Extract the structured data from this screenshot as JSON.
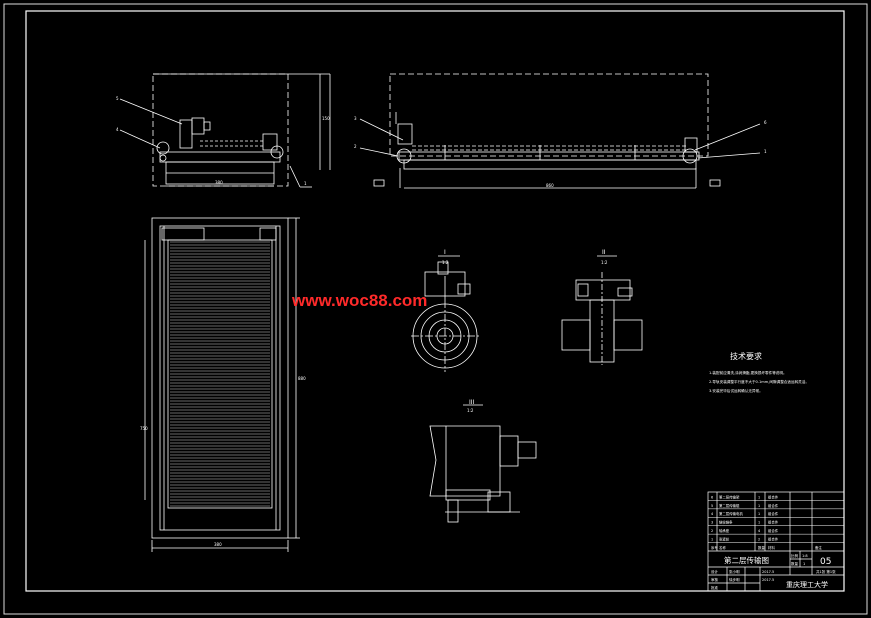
{
  "watermark": "www.woc88.com",
  "notes": {
    "title": "技术要求",
    "lines": [
      "1.装配前应清洗,涂润滑脂,更换损坏零件等说明。",
      "2.导轨安装调整平行度不大于0.1mm,间隙调整合适运转灵活。",
      "3.安装完毕后试运转确认无异常。"
    ]
  },
  "section_labels": {
    "a": "I",
    "b": "II",
    "c": "III"
  },
  "section_ratio": "1:2",
  "dims": {
    "top_left_width": "380",
    "top_left_height": "150",
    "top_right_width": "860",
    "left_width": "380",
    "left_height": "880",
    "left_side": "750"
  },
  "title_block": {
    "drawing_name": "第二层传输图",
    "sheet_no": "05",
    "school": "重庆理工大学",
    "scale_label": "比例",
    "scale_value": "1:8",
    "qty_label": "数量",
    "qty_value": "1",
    "designer_role": "设计",
    "designer_name": "张小明",
    "checker_role": "审核",
    "checker_name": "徐步明",
    "approver_role": "批准",
    "date1": "2017.5",
    "date2": "2017.5",
    "sheet_info": "共1张 第1张",
    "parts": [
      {
        "no": "6",
        "name": "第二层传输架",
        "qty": "1",
        "mat": "组合件"
      },
      {
        "no": "5",
        "name": "第二层传输辊",
        "qty": "1",
        "mat": "组合件"
      },
      {
        "no": "4",
        "name": "第二层传输电机",
        "qty": "1",
        "mat": "组合件"
      },
      {
        "no": "3",
        "name": "链轮链条",
        "qty": "1",
        "mat": "组合件"
      },
      {
        "no": "2",
        "name": "轴承座",
        "qty": "4",
        "mat": "组合件"
      },
      {
        "no": "1",
        "name": "张紧轮",
        "qty": "2",
        "mat": "组合件"
      }
    ],
    "header": {
      "no": "序号",
      "name": "名称",
      "qty": "数量",
      "mat": "材料",
      "remark": "备注"
    }
  }
}
